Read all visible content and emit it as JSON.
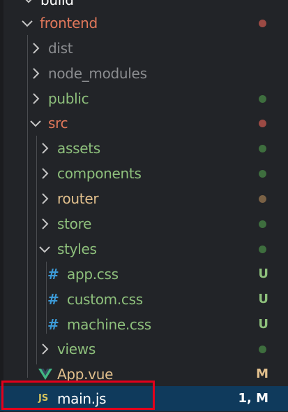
{
  "colors": {
    "background": "#222428",
    "selected_row": "#0f3a5c",
    "highlight_box": "#e3001b",
    "folder_modified": "#e2785b",
    "folder_untracked": "#8ec07c",
    "folder_plain": "#8b8d90",
    "folder_yellow": "#e2c08d",
    "dot_red": "#9c4a44",
    "dot_green": "#3e6e3e",
    "dot_brown": "#7a6145",
    "text_white": "#ffffff",
    "vue_green": "#41b883",
    "js_yellow": "#d7c45b",
    "css_blue": "#3c9ad7"
  },
  "tree": {
    "build_label": "build",
    "frontend_label": "frontend",
    "dist_label": "dist",
    "node_modules_label": "node_modules",
    "public_label": "public",
    "src_label": "src",
    "assets_label": "assets",
    "components_label": "components",
    "router_label": "router",
    "store_label": "store",
    "styles_label": "styles",
    "app_css_label": "app.css",
    "app_css_status": "U",
    "custom_css_label": "custom.css",
    "custom_css_status": "U",
    "machine_css_label": "machine.css",
    "machine_css_status": "U",
    "views_label": "views",
    "app_vue_label": "App.vue",
    "app_vue_status": "M",
    "main_js_label": "main.js",
    "main_js_status": "1, M",
    "css_icon_glyph": "#",
    "js_icon_glyph": "JS"
  },
  "icons": {
    "chevron_right": "chevron-right-icon",
    "chevron_down": "chevron-down-icon",
    "css_file": "css-file-icon",
    "vue_file": "vue-file-icon",
    "js_file": "js-file-icon"
  }
}
